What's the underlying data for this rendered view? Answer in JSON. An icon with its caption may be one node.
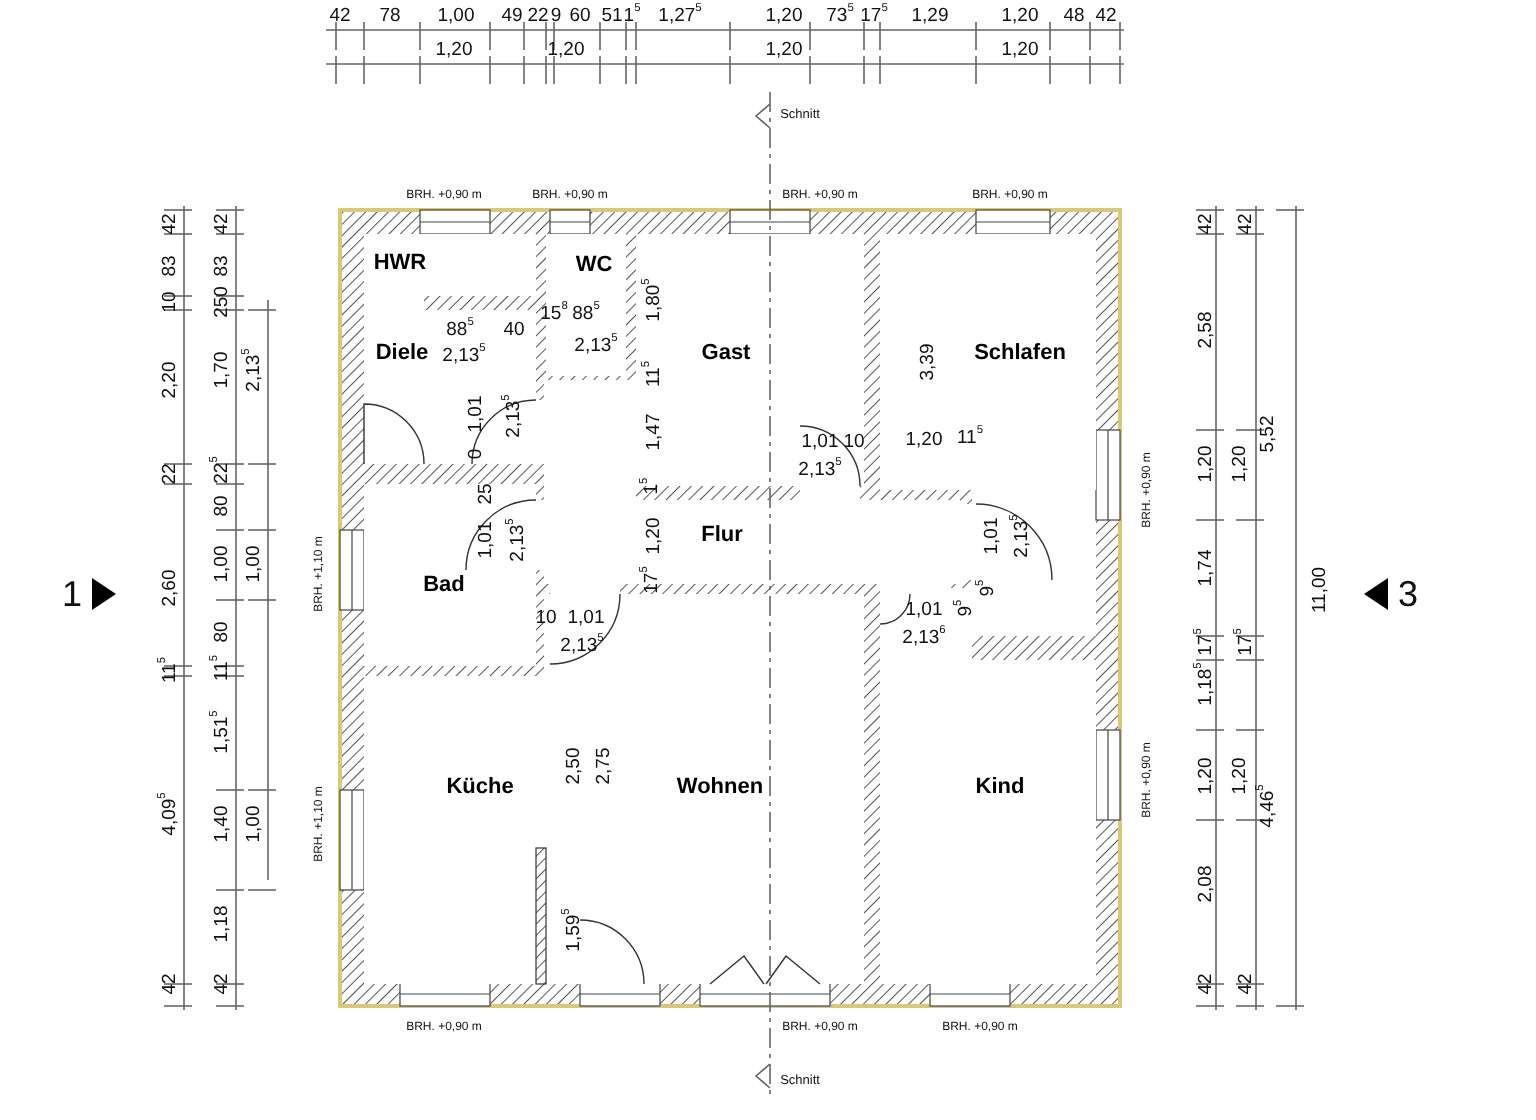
{
  "diagram": {
    "nodes": [
      {
        "text": [
          "HWR"
        ]
      },
      {
        "text": [
          "WC"
        ]
      },
      {
        "text": [
          "Gast"
        ]
      },
      {
        "text": [
          "Schlafen"
        ]
      },
      {
        "text": [
          "Diele"
        ]
      },
      {
        "text": [
          "Flur"
        ]
      },
      {
        "text": [
          "Bad"
        ]
      },
      {
        "text": [
          "Küche"
        ]
      },
      {
        "text": [
          "Wohnen"
        ]
      },
      {
        "text": [
          "Kind"
        ]
      }
    ],
    "edges": [],
    "labels": [
      "42",
      "78",
      "1,00",
      "49",
      "22",
      "9",
      "60",
      "51",
      "1$^{5}$",
      "1,27$^{5}$",
      "1,20",
      "73$^{5}$",
      "17$^{5}$",
      "1,29",
      "1,20",
      "48",
      "42",
      "1,20",
      "1,20",
      "1,20",
      "1,20",
      "Schnitt",
      "BRH. +0,90 m",
      "BRH. +0,90 m",
      "BRH. +0,90 m",
      "BRH. +0,90 m",
      "42",
      "83",
      "10",
      "2,20",
      "22",
      "2,60",
      "11$^{5}$",
      "4,09$^{5}$",
      "42",
      "1",
      "42",
      "83",
      "250",
      "1,70",
      "22$^{5}$",
      "80",
      "1,00",
      "80",
      "11$^{5}$",
      "1,51$^{5}$",
      "1,40",
      "1,18",
      "42",
      "2,13$^{5}$",
      "1,00",
      "1,00",
      "BRH. +1,10 m",
      "BRH. +1,10 m",
      "88$^{5}$",
      "40",
      "2,13$^{5}$",
      "15$^{8}$",
      "88$^{5}$",
      "2,13$^{5}$",
      "1,80$^{5}$",
      "11$^{5}$",
      "1,47",
      "1,01",
      "0",
      "2,13$^{5}$",
      "1$^{5}$",
      "1,01",
      "10",
      "2,13$^{5}$",
      "3,39",
      "1,20",
      "11$^{5}$",
      "25",
      "1,01",
      "2,13$^{5}$",
      "1,20",
      "1,01",
      "2,13$^{5}$",
      "17$^{5}$",
      "9$^{5}$",
      "10",
      "1,01",
      "1,01",
      "9$^{5}$",
      "2,13$^{5}$",
      "2,13$^{6}$",
      "2,50",
      "2,75",
      "1,59$^{5}$",
      "42",
      "2,58",
      "1,20",
      "1,74",
      "17$^{5}$",
      "1,18$^{5}$",
      "1,20",
      "2,08",
      "42",
      "42",
      "1,20",
      "5,52",
      "17$^{5}$",
      "1,20",
      "4,46$^{5}$",
      "42",
      "11,00",
      "3",
      "BRH. +0,90 m",
      "BRH. +0,90 m",
      "BRH. +0,90 m",
      "BRH. +0,90 m",
      "BRH. +0,90 m",
      "Schnitt"
    ]
  }
}
